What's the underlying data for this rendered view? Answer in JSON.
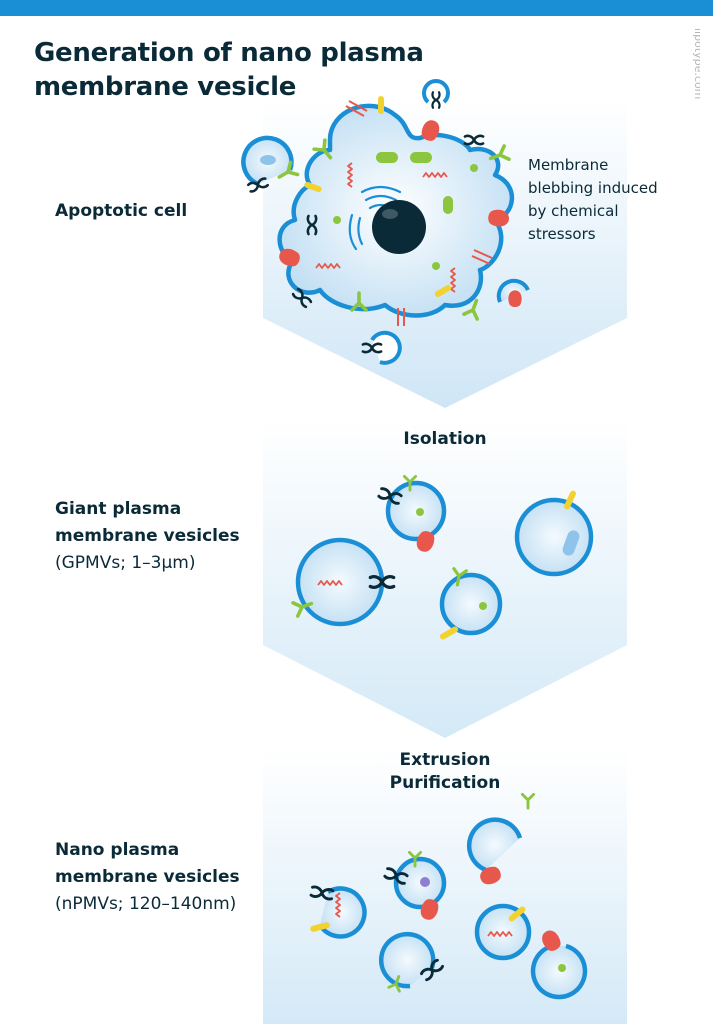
{
  "title": {
    "line1": "Generation of nano plasma",
    "line2": "membrane vesicle"
  },
  "watermark": "lipotype.com",
  "stages": [
    {
      "label_bold": [
        "Apoptotic cell"
      ],
      "label_normal": ""
    },
    {
      "label_bold": [
        "Giant plasma",
        "membrane vesicles"
      ],
      "label_normal": "(GPMVs;  1–3µm)"
    },
    {
      "label_bold": [
        "Nano plasma",
        "membrane vesicles"
      ],
      "label_normal": "(nPMVs;  120–140nm)"
    }
  ],
  "callout": {
    "line1": "Membrane",
    "line2": "blebbing induced",
    "line3": "by chemical",
    "line4": "stressors"
  },
  "steps": {
    "isolation": "Isolation",
    "extrusion_line1": "Extrusion",
    "extrusion_line2": "Purification"
  },
  "colors": {
    "header_bar": "#1a8fd6",
    "membrane": "#1a8fd6",
    "cytoplasm": "#cfe8f7",
    "dark_text": "#0a2a38",
    "protein_red": "#e8574c",
    "protein_yellow": "#f2d22e",
    "protein_green": "#8cc63f",
    "protein_dark": "#0a2a38"
  },
  "icons": [
    "cell-icon",
    "nucleus-icon",
    "vesicle-icon",
    "membrane-protein-icon",
    "rna-strand-icon",
    "chevron-arrow-icon"
  ]
}
